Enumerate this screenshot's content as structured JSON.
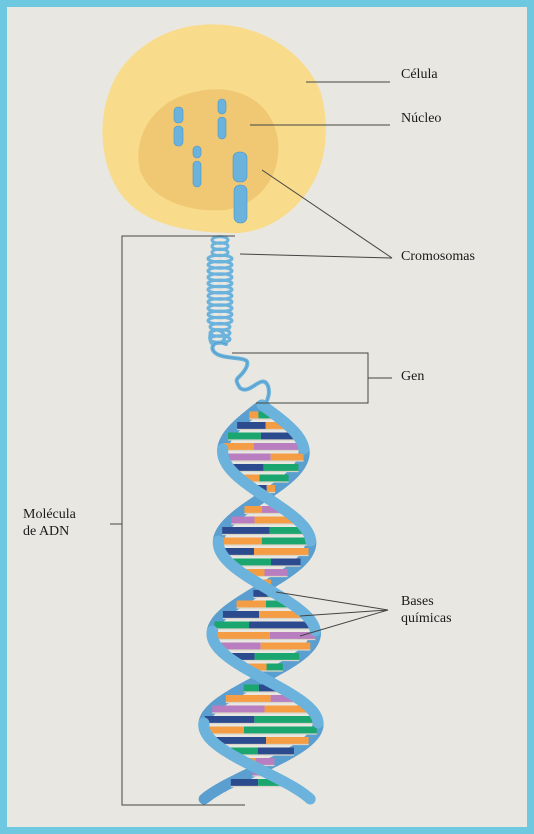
{
  "labels": {
    "cell": "Célula",
    "nucleus": "Núcleo",
    "chromosomes": "Cromosomas",
    "gene": "Gen",
    "dna_molecule": "Molécula\nde ADN",
    "chemical_bases": "Bases\nquímicas"
  },
  "colors": {
    "frame": "#6ec8e0",
    "background": "#e9e7e1",
    "cell": "#f8dc8c",
    "nucleus": "#f0c773",
    "strand": "#6bb3dc",
    "base_orange": "#f59d45",
    "base_green": "#1aa66e",
    "base_navy": "#2c4a8e",
    "base_purple": "#b87ec0"
  }
}
